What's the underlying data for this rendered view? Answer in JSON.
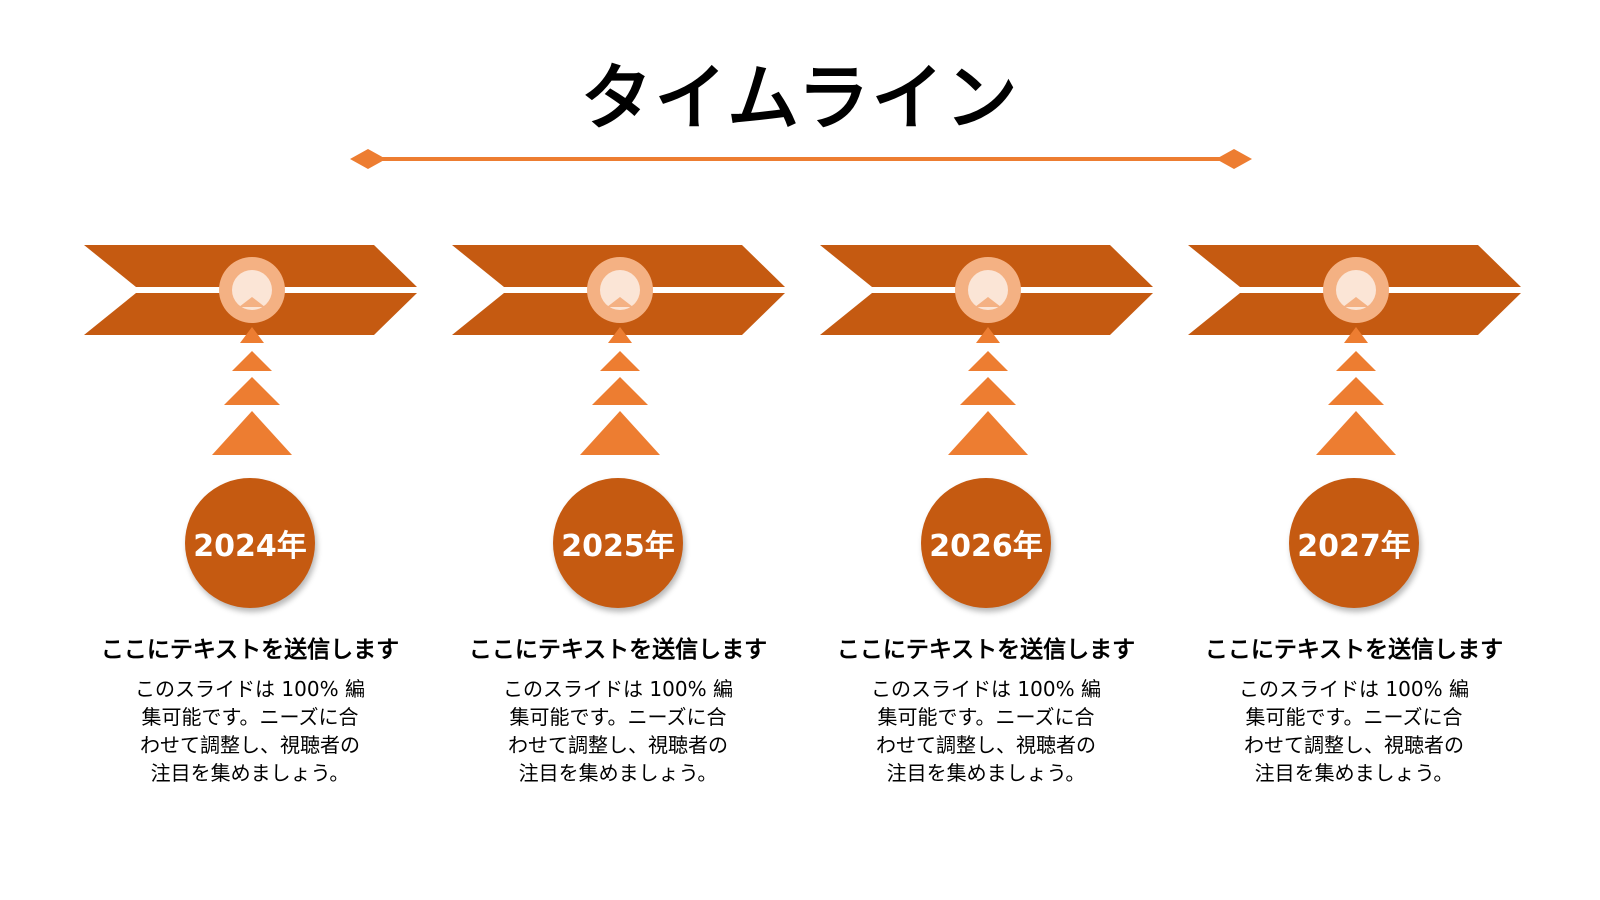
{
  "title": "タイムライン",
  "colors": {
    "accent_dark": "#c55a11",
    "accent_light": "#ed7d31",
    "accent_pale": "#f4b183",
    "accent_cream": "#fbe5d6"
  },
  "milestones": [
    {
      "year": "2024年",
      "heading": "ここにテキストを送信します",
      "body": "このスライドは 100% 編集可能です。ニーズに合わせて調整し、視聴者の注目を集めましょう。"
    },
    {
      "year": "2025年",
      "heading": "ここにテキストを送信します",
      "body": "このスライドは 100% 編集可能です。ニーズに合わせて調整し、視聴者の注目を集めましょう。"
    },
    {
      "year": "2026年",
      "heading": "ここにテキストを送信します",
      "body": "このスライドは 100% 編集可能です。ニーズに合わせて調整し、視聴者の注目を集めましょう。"
    },
    {
      "year": "2027年",
      "heading": "ここにテキストを送信します",
      "body": "このスライドは 100% 編集可能です。ニーズに合わせて調整し、視聴者の注目を集めましょう。"
    }
  ]
}
